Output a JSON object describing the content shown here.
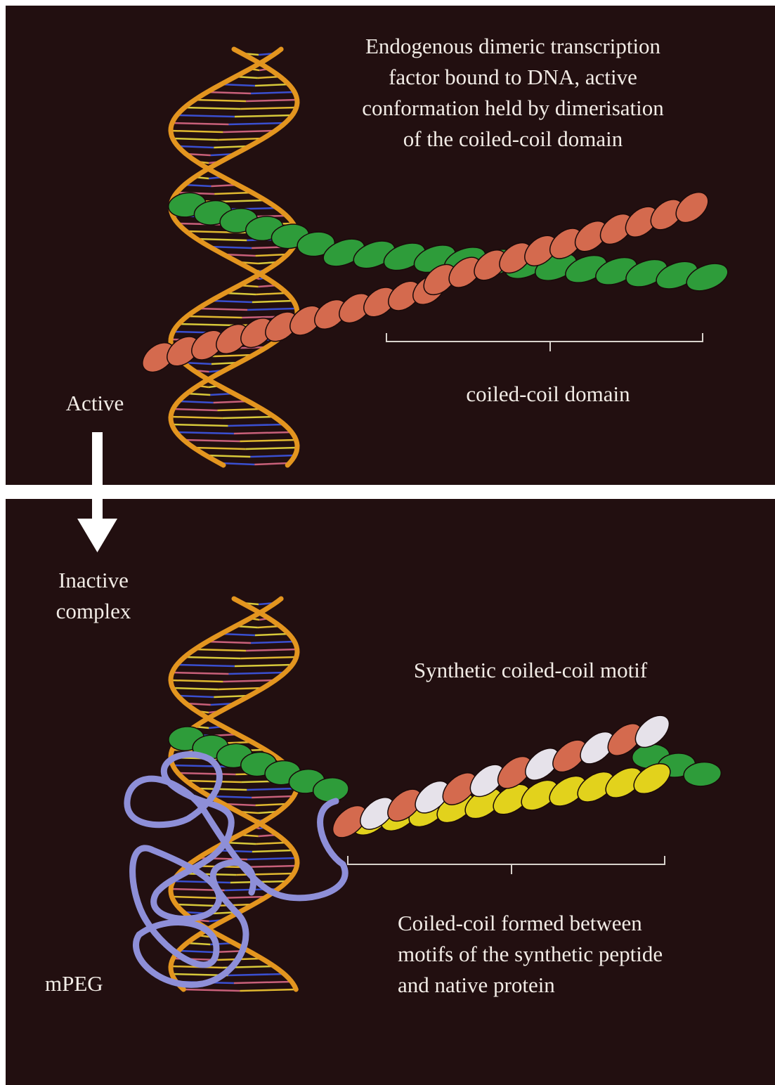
{
  "top_panel": {
    "caption": [
      "Endogenous dimeric transcription",
      "factor bound to DNA, active",
      "conformation held by dimerisation",
      "of the coiled-coil domain"
    ],
    "bracket_label": "coiled-coil domain",
    "state_label": "Active"
  },
  "bottom_panel": {
    "state_label": [
      "Inactive",
      "complex"
    ],
    "motif_label": "Synthetic coiled-coil motif",
    "bracket_label": [
      "Coiled-coil formed between",
      "motifs of the synthetic peptide",
      "and native protein"
    ],
    "polymer_label": "mPEG"
  },
  "colors": {
    "background": "#220f10",
    "dna_backbone": "#e3951f",
    "helix_salmon": "#d46a4e",
    "helix_green": "#2e9c3a",
    "helix_yellow": "#e2d21c",
    "helix_white": "#e6e2ea",
    "mpeg": "#8e8fd8",
    "text": "#f2ece6"
  }
}
